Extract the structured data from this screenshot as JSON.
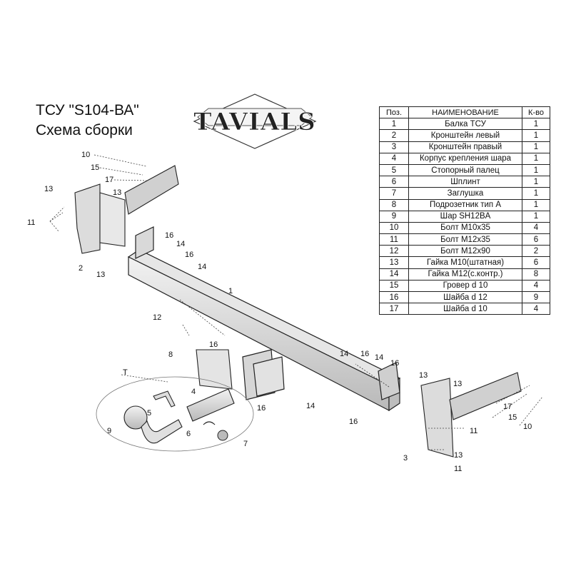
{
  "title": {
    "line1": "ТСУ  \"S104-ВА\"",
    "line2": "Схема сборки"
  },
  "logo": {
    "text": "TAVIALS"
  },
  "parts_table": {
    "headers": [
      "Поз.",
      "НАИМЕНОВАНИЕ",
      "К-во"
    ],
    "rows": [
      [
        "1",
        "Балка ТСУ",
        "1"
      ],
      [
        "2",
        "Кронштейн левый",
        "1"
      ],
      [
        "3",
        "Кронштейн правый",
        "1"
      ],
      [
        "4",
        "Корпус крепления шара",
        "1"
      ],
      [
        "5",
        "Стопорный палец",
        "1"
      ],
      [
        "6",
        "Шплинт",
        "1"
      ],
      [
        "7",
        "Заглушка",
        "1"
      ],
      [
        "8",
        "Подрозетник тип А",
        "1"
      ],
      [
        "9",
        "Шар SH12BA",
        "1"
      ],
      [
        "10",
        "Болт М10х35",
        "4"
      ],
      [
        "11",
        "Болт М12х35",
        "6"
      ],
      [
        "12",
        "Болт М12х90",
        "2"
      ],
      [
        "13",
        "Гайка М10(штатная)",
        "6"
      ],
      [
        "14",
        "Гайка М12(с.контр.)",
        "8"
      ],
      [
        "15",
        "Гровер d 10",
        "4"
      ],
      [
        "16",
        "Шайба d 12",
        "9"
      ],
      [
        "17",
        "Шайба d 10",
        "4"
      ]
    ]
  },
  "callouts": {
    "c10a": "10",
    "c15a": "15",
    "c17a": "17",
    "c13a": "13",
    "c13b": "13",
    "c11a": "11",
    "c2": "2",
    "c13c": "13",
    "c16a": "16",
    "c14a": "14",
    "c16b": "16",
    "c14b": "14",
    "c1": "1",
    "c12": "12",
    "c16c": "16",
    "c8": "8",
    "cT": "T",
    "c4": "4",
    "c5": "5",
    "c9": "9",
    "c6": "6",
    "c7": "7",
    "c16d": "16",
    "c14c": "14",
    "c14d": "14",
    "c16e": "16",
    "c14e": "14",
    "c16f": "16",
    "c16g": "16",
    "c13d": "13",
    "c13e": "13",
    "c17b": "17",
    "c15b": "15",
    "c10b": "10",
    "c11b": "11",
    "c3": "3",
    "c13f": "13",
    "c11c": "11"
  }
}
